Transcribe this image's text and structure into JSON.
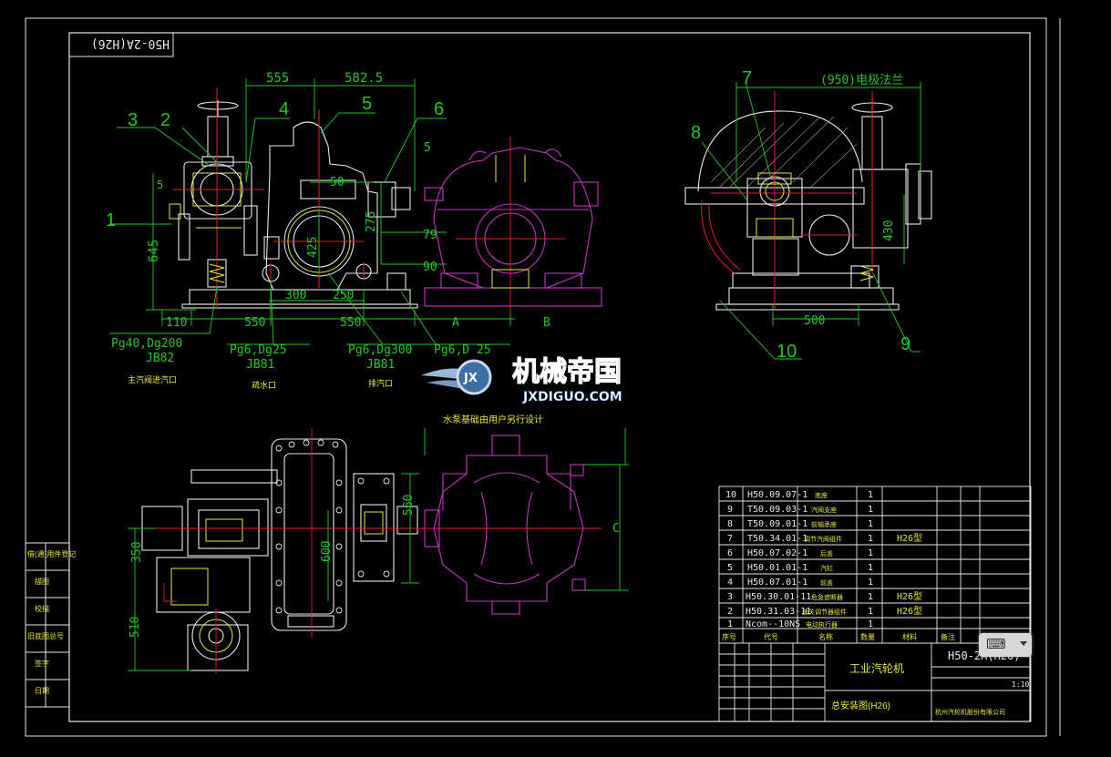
{
  "drawing_code_top": "H50-2A(H26)",
  "dims_left": [
    "555",
    "582.5",
    "5",
    "50",
    "275",
    "79",
    "90",
    "645",
    "425",
    "300",
    "250",
    "110",
    "550",
    "550",
    "A",
    "B"
  ],
  "balloons_left": [
    "3",
    "2",
    "4",
    "5",
    "6",
    "1"
  ],
  "callouts": [
    {
      "text": "Pg40,Dg200",
      "sub": "JB82",
      "label": "主汽阀进汽口"
    },
    {
      "text": "Pg6,Dg25",
      "sub": "JB81",
      "label": "疏水口"
    },
    {
      "text": "Pg6,Dg300",
      "sub": "JB81",
      "label": "排汽口"
    },
    {
      "text": "Pg6,D 25",
      "sub": "",
      "label": ""
    }
  ],
  "dims_right": [
    "(950)电极法兰",
    "430",
    "500"
  ],
  "balloons_right": [
    "7",
    "8",
    "9",
    "10"
  ],
  "note_pump": "水泵基础由用户另行设计",
  "dims_bottom": [
    "560",
    "C",
    "350",
    "600",
    "510"
  ],
  "watermark": {
    "title": "机械帝国",
    "url": "JXDIGUO.COM",
    "badge": "JX"
  },
  "side_labels": [
    "借(通)用件登记",
    "描图",
    "校描",
    "旧底图总号",
    "签字",
    "日期"
  ],
  "bom_rows": [
    {
      "no": "10",
      "code": "H50.09.07-1",
      "name": "底座",
      "qty": "1",
      "note": ""
    },
    {
      "no": "9",
      "code": "T50.09.03-1",
      "name": "汽阀支座",
      "qty": "1",
      "note": ""
    },
    {
      "no": "8",
      "code": "T50.09.01-1",
      "name": "前轴承座",
      "qty": "1",
      "note": ""
    },
    {
      "no": "7",
      "code": "T50.34.01-1",
      "name": "调节汽阀组件",
      "qty": "1",
      "note": "H26型"
    },
    {
      "no": "6",
      "code": "H50.07.02-1",
      "name": "后盖",
      "qty": "1",
      "note": ""
    },
    {
      "no": "5",
      "code": "H50.01.01-1",
      "name": "汽缸",
      "qty": "1",
      "note": ""
    },
    {
      "no": "4",
      "code": "H50.07.01-1",
      "name": "前盖",
      "qty": "1",
      "note": ""
    },
    {
      "no": "3",
      "code": "H50.30.01-11",
      "name": "危急遮断器",
      "qty": "1",
      "note": "H26型"
    },
    {
      "no": "2",
      "code": "H50.31.03-11",
      "name": "速关调节器组件",
      "qty": "1",
      "note": "H26型"
    },
    {
      "no": "1",
      "code": "Ncom--10NS",
      "name": "电动执行器",
      "qty": "1",
      "note": ""
    }
  ],
  "bom_header": [
    "序号",
    "代号",
    "名称",
    "数量",
    "材料",
    "备注"
  ],
  "title_block": {
    "product": "工业汽轮机",
    "drawing_name": "总安装图(H26)",
    "code": "H50-2A(H26)",
    "scale": "1:10",
    "company": "杭州汽轮机股份有限公司"
  },
  "ui": {
    "pill": "⌨"
  },
  "colors": {
    "frame": "#e6e6e6",
    "green": "#21c821",
    "magenta": "#c832c8",
    "yellow": "#e8e835",
    "cyan": "#18d8d8",
    "red": "#e02020",
    "gray": "#9a9a9a"
  }
}
